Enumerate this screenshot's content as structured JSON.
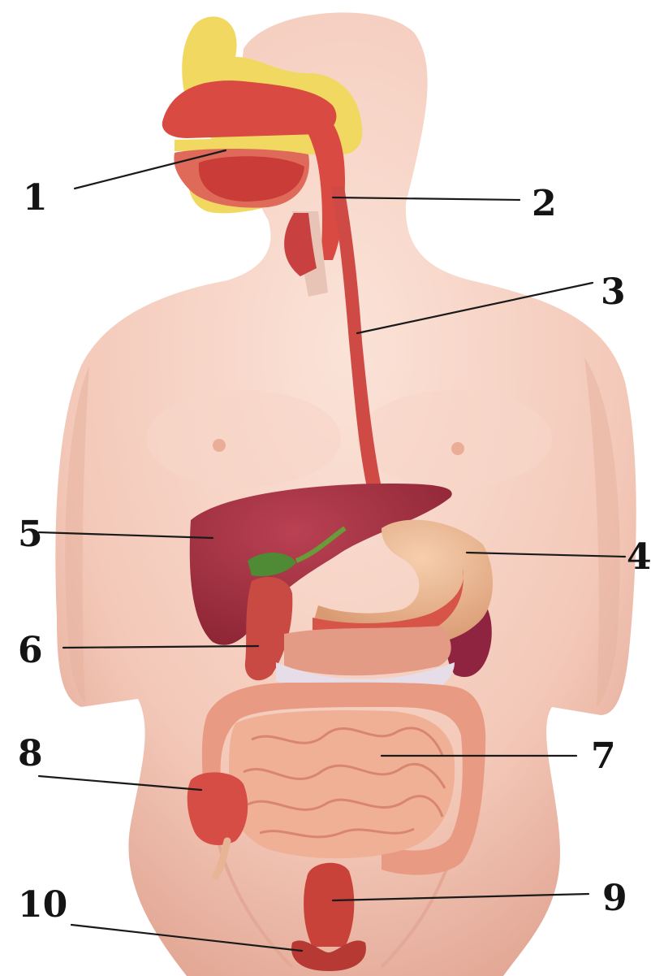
{
  "diagram": {
    "colors": {
      "skin": "#f3c8b8",
      "skin_shadow": "#e3a896",
      "mucosa": "#d94a42",
      "bone": "#f1d860",
      "liver": "#9e2f3c",
      "gallbladder": "#4f8a34",
      "stomach": "#e7b08c",
      "small_intestine": "#f0b095",
      "large_intestine": "#e89a82",
      "rectum": "#c8423a",
      "line": "#1a1a1a"
    },
    "labels": [
      {
        "id": "1",
        "text": "1"
      },
      {
        "id": "2",
        "text": "2"
      },
      {
        "id": "3",
        "text": "3"
      },
      {
        "id": "4",
        "text": "4"
      },
      {
        "id": "5",
        "text": "5"
      },
      {
        "id": "6",
        "text": "6"
      },
      {
        "id": "7",
        "text": "7"
      },
      {
        "id": "8",
        "text": "8"
      },
      {
        "id": "9",
        "text": "9"
      },
      {
        "id": "10",
        "text": "10"
      }
    ]
  }
}
